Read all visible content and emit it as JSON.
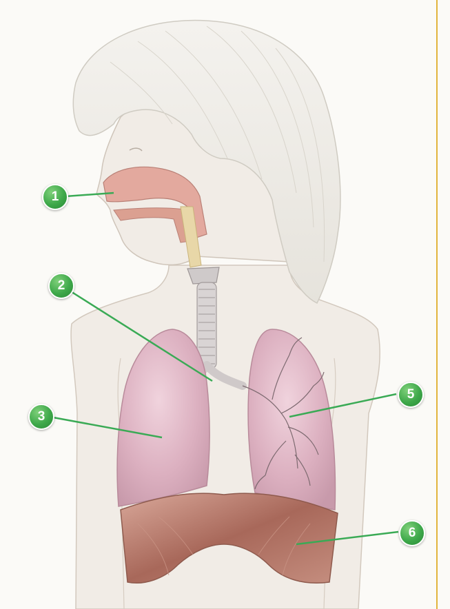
{
  "labels": [
    {
      "id": "1",
      "number": "1",
      "structure": "nasal-cavity"
    },
    {
      "id": "2",
      "number": "2",
      "structure": "trachea"
    },
    {
      "id": "3",
      "number": "3",
      "structure": "right-lung"
    },
    {
      "id": "5",
      "number": "5",
      "structure": "bronchi"
    },
    {
      "id": "6",
      "number": "6",
      "structure": "diaphragm"
    }
  ],
  "colors": {
    "badge": "#3ea84a",
    "leader_line": "#3aaa55",
    "lung": "#dcb0c0",
    "muscle": "#b27a6c",
    "skin": "#f1ece6",
    "border_right": "#e2b43c"
  },
  "icons": [
    "green-number-badge"
  ]
}
